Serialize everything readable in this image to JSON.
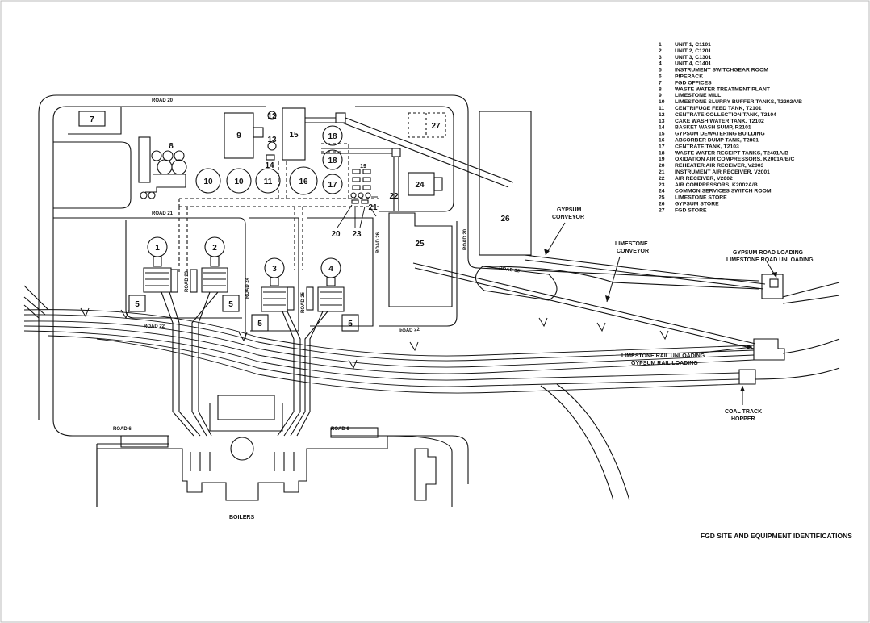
{
  "title": "FGD SITE AND EQUIPMENT IDENTIFICATIONS",
  "legend": [
    {
      "n": "1",
      "label": "UNIT 1, C1101"
    },
    {
      "n": "2",
      "label": "UNIT 2, C1201"
    },
    {
      "n": "3",
      "label": "UNIT 3, C1301"
    },
    {
      "n": "4",
      "label": "UNIT 4, C1401"
    },
    {
      "n": "5",
      "label": "INSTRUMENT SWITCHGEAR ROOM"
    },
    {
      "n": "6",
      "label": "PIPERACK"
    },
    {
      "n": "7",
      "label": "FGD OFFICES"
    },
    {
      "n": "8",
      "label": "WASTE WATER TREATMENT PLANT"
    },
    {
      "n": "9",
      "label": "LIMESTONE MILL"
    },
    {
      "n": "10",
      "label": "LIMESTONE SLURRY BUFFER TANKS, T2202A/B"
    },
    {
      "n": "11",
      "label": "CENTRIFUGE FEED TANK, T2101"
    },
    {
      "n": "12",
      "label": "CENTRATE COLLECTION TANK, T2104"
    },
    {
      "n": "13",
      "label": "CAKE WASH WATER TANK, T2102"
    },
    {
      "n": "14",
      "label": "BASKET WASH SUMP, R2101"
    },
    {
      "n": "15",
      "label": "GYPSUM DEWATERING BUILDING"
    },
    {
      "n": "16",
      "label": "ABSORBER DUMP TANK, T2801"
    },
    {
      "n": "17",
      "label": "CENTRATE TANK, T2103"
    },
    {
      "n": "18",
      "label": "WASTE WATER RECEIPT TANKS, T2401A/B"
    },
    {
      "n": "19",
      "label": "OXIDATION AIR COMPRESSORS, K2001A/B/C"
    },
    {
      "n": "20",
      "label": "REHEATER AIR RECEIVER, V2003"
    },
    {
      "n": "21",
      "label": "INSTRUMENT AIR RECEIVER, V2001"
    },
    {
      "n": "22",
      "label": "AIR RECEIVER, V2002"
    },
    {
      "n": "23",
      "label": "AIR COMPRESSORS, K2002A/B"
    },
    {
      "n": "24",
      "label": "COMMON SERVICES SWITCH ROOM"
    },
    {
      "n": "25",
      "label": "LIMESTONE STORE"
    },
    {
      "n": "26",
      "label": "GYPSUM STORE"
    },
    {
      "n": "27",
      "label": "FGD STORE"
    }
  ],
  "roads": {
    "road20_top": "ROAD 20",
    "road21": "ROAD 21",
    "road22_left": "ROAD 22",
    "road22_right": "ROAD 22",
    "road23": "ROAD 23",
    "road24": "ROAD 24",
    "road25": "ROAD 25",
    "road26": "ROAD 26",
    "road20_vert": "ROAD 20",
    "road30": "ROAD 30",
    "road6_left": "ROAD 6",
    "road6_right": "ROAD 6"
  },
  "callouts": {
    "gypsum_conveyor_1": "GYPSUM",
    "gypsum_conveyor_2": "CONVEYOR",
    "limestone_conveyor_1": "LIMESTONE",
    "limestone_conveyor_2": "CONVEYOR",
    "road_loading_1": "GYPSUM ROAD LOADING",
    "road_loading_2": "LIMESTONE ROAD UNLOADING",
    "rail_1": "LIMESTONE RAIL UNLOADING",
    "rail_2": "GYPSUM RAIL LOADING",
    "coal_1": "COAL TRACK",
    "coal_2": "HOPPER",
    "boilers": "BOILERS"
  },
  "tags": {
    "t1": "1",
    "t2": "2",
    "t3": "3",
    "t4": "4",
    "t5a": "5",
    "t5b": "5",
    "t5c": "5",
    "t5d": "5",
    "t7": "7",
    "t8": "8",
    "t9": "9",
    "t10a": "10",
    "t10b": "10",
    "t11": "11",
    "t12": "12",
    "t13": "13",
    "t14": "14",
    "t15": "15",
    "t16": "16",
    "t17": "17",
    "t18a": "18",
    "t18b": "18",
    "t19": "19",
    "t20": "20",
    "t21": "21",
    "t22": "22",
    "t23": "23",
    "t24": "24",
    "t25": "25",
    "t26": "26",
    "t27": "27"
  }
}
